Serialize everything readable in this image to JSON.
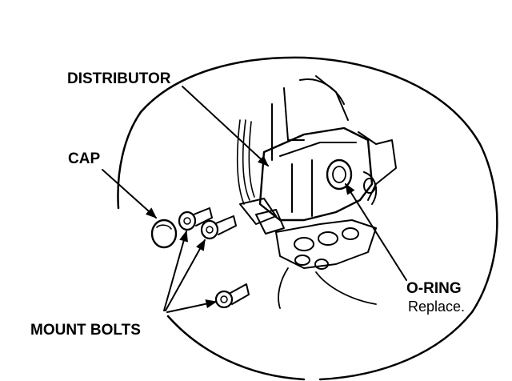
{
  "labels": {
    "distributor": "DISTRIBUTOR",
    "cap": "CAP",
    "mount_bolts": "MOUNT BOLTS",
    "o_ring": "O-RING",
    "o_ring_note": "Replace."
  },
  "colors": {
    "ink": "#000000",
    "background": "#ffffff"
  }
}
